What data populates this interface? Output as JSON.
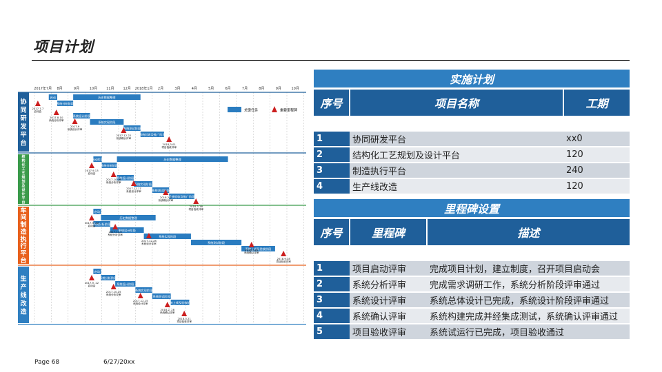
{
  "page": {
    "title": "项目计划",
    "page_no": "Page 68",
    "date": "6/27/20xx"
  },
  "plan": {
    "banner": "实施计划",
    "headers": [
      "序号",
      "项目名称",
      "工期"
    ],
    "rows": [
      {
        "no": "1",
        "name": "协同研发平台",
        "dur": "xx0"
      },
      {
        "no": "2",
        "name": "结构化工艺规划及设计平台",
        "dur": "120"
      },
      {
        "no": "3",
        "name": "制造执行平台",
        "dur": "240"
      },
      {
        "no": "4",
        "name": "生产线改造",
        "dur": "120"
      }
    ]
  },
  "milestones": {
    "banner": "里程碑设置",
    "headers": [
      "序号",
      "里程碑",
      "描述"
    ],
    "rows": [
      {
        "no": "1",
        "name": "项目启动评审",
        "desc": "完成项目计划，建立制度，召开项目启动会"
      },
      {
        "no": "2",
        "name": "系统分析评审",
        "desc": "完成需求调研工作，系统分析阶段评审通过"
      },
      {
        "no": "3",
        "name": "系统设计评审",
        "desc": "系统总体设计已完成，系统设计阶段评审通过"
      },
      {
        "no": "4",
        "name": "系统确认评审",
        "desc": "系统构建完成并经集成测试，系统确认评审通过"
      },
      {
        "no": "5",
        "name": "项目验收评审",
        "desc": "系统试运行已完成，项目验收通过"
      }
    ]
  },
  "gantt": {
    "months": [
      "2017年7月",
      "8月",
      "9月",
      "10月",
      "11月",
      "12月",
      "2018年1月",
      "2月",
      "3月",
      "4月",
      "5月",
      "6月",
      "7月",
      "8月",
      "9月",
      "10月"
    ],
    "legend": {
      "key_task": "关键任务",
      "milestone": "重要里程碑"
    },
    "colors": {
      "sec1": "#1f5f9a",
      "sec2": "#3a9a4a",
      "sec3": "#e8601c",
      "sec4": "#2f7fc1",
      "bar": "#2a7cc0",
      "milestone": "#cc1f1f"
    },
    "sections": [
      {
        "label": "协同研发平台",
        "bars": [
          {
            "label": "启动",
            "start": 0.85,
            "end": 1.35
          },
          {
            "label": "系统分析阶段",
            "start": 1.35,
            "end": 2.3
          },
          {
            "label": "历史数据整理",
            "start": 2.3,
            "end": 6.3
          },
          {
            "label": "系统设计阶段",
            "start": 2.3,
            "end": 3.3
          },
          {
            "label": "系统实现阶段",
            "start": 3.3,
            "end": 5.3
          },
          {
            "label": "系统测试阶段",
            "start": 5.3,
            "end": 6.3
          },
          {
            "label": "系统验收及推广阶段",
            "start": 6.3,
            "end": 7.7
          }
        ],
        "milestones": [
          {
            "date": "2017.7.7",
            "text": "启动会",
            "pos": 0.2
          },
          {
            "date": "2017.8.10",
            "text": "系统分析评审",
            "pos": 1.3
          },
          {
            "date": "2017.9",
            "text": "系统设计评审",
            "pos": 2.4
          },
          {
            "date": "2017.12.22",
            "text": "系统确认评审",
            "pos": 5.3
          },
          {
            "date": "2018.3.01",
            "text": "项目验收评审",
            "pos": 8.0
          }
        ]
      },
      {
        "label": "结构化工艺规划及设计平台",
        "bars": [
          {
            "label": "启动阶段",
            "start": 3.5,
            "end": 4.0
          },
          {
            "label": "系统分析阶段",
            "start": 4.0,
            "end": 4.9
          },
          {
            "label": "历史数据整理",
            "start": 4.9,
            "end": 11.5
          },
          {
            "label": "系统设计阶段",
            "start": 4.9,
            "end": 5.9
          },
          {
            "label": "系统实现阶段",
            "start": 5.9,
            "end": 7.0
          },
          {
            "label": "系统测试阶段",
            "start": 7.0,
            "end": 8.0
          },
          {
            "label": "系统验收及推广阶段",
            "start": 8.0,
            "end": 9.5
          }
        ],
        "milestones": [
          {
            "date": "2017.9.13",
            "text": "启动会",
            "pos": 3.4
          },
          {
            "date": "2017.10.26",
            "text": "系统分析评审",
            "pos": 4.7
          },
          {
            "date": "2017.11.17",
            "text": "系统设计评审",
            "pos": 5.9
          },
          {
            "date": "2018.2.2",
            "text": "系统确认评审",
            "pos": 7.8
          },
          {
            "date": "2018.3.16",
            "text": "项目验收评审",
            "pos": 9.6
          }
        ]
      },
      {
        "label": "车间制造执行平台",
        "bars": [
          {
            "label": "启动",
            "start": 3.5,
            "end": 3.95
          },
          {
            "label": "历史数据整理",
            "start": 3.95,
            "end": 7.2
          },
          {
            "label": "系统分析阶段",
            "start": 3.5,
            "end": 4.5
          },
          {
            "label": "系统设计阶段",
            "start": 4.5,
            "end": 6.5
          },
          {
            "label": "系统实现阶段",
            "start": 6.5,
            "end": 9.3
          },
          {
            "label": "系统测试阶段",
            "start": 9.3,
            "end": 12.3
          },
          {
            "label": "系统上线及验收阶段",
            "start": 12.3,
            "end": 14.3
          }
        ],
        "milestones": [
          {
            "date": "2017.9. 22",
            "text": "启动会",
            "pos": 3.4
          },
          {
            "date": "2017.11.2",
            "text": "系统分析评审",
            "pos": 4.8
          },
          {
            "date": "2017.12.28",
            "text": "系统设计评审",
            "pos": 6.8
          },
          {
            "date": "2018.7.20",
            "text": "系统确认评审",
            "pos": 12.9
          },
          {
            "date": "2018.9.28",
            "text": "项目验收评审",
            "pos": 14.8
          }
        ]
      },
      {
        "label": "生产线改造",
        "bars": [
          {
            "label": "启动",
            "start": 3.5,
            "end": 3.95
          },
          {
            "label": "系统分析阶段",
            "start": 3.95,
            "end": 4.8
          },
          {
            "label": "系统设计阶段",
            "start": 4.8,
            "end": 6.0
          },
          {
            "label": "系统实现阶段",
            "start": 6.0,
            "end": 7.0
          },
          {
            "label": "系统测试阶段",
            "start": 7.0,
            "end": 8.1
          },
          {
            "label": "系统上线及验收阶段",
            "start": 8.1,
            "end": 9.2
          }
        ],
        "milestones": [
          {
            "date": "2017.9. 22",
            "text": "启动会",
            "pos": 3.4
          },
          {
            "date": "2017.10.25",
            "text": "系统分析评审",
            "pos": 4.7
          },
          {
            "date": "2017.12.15",
            "text": "系统设计评审",
            "pos": 6.3
          },
          {
            "date": "2018.2. 28",
            "text": "系统确认评审",
            "pos": 7.9
          },
          {
            "date": "2018.3.21",
            "text": "项目验收评审",
            "pos": 8.9
          }
        ]
      }
    ]
  }
}
